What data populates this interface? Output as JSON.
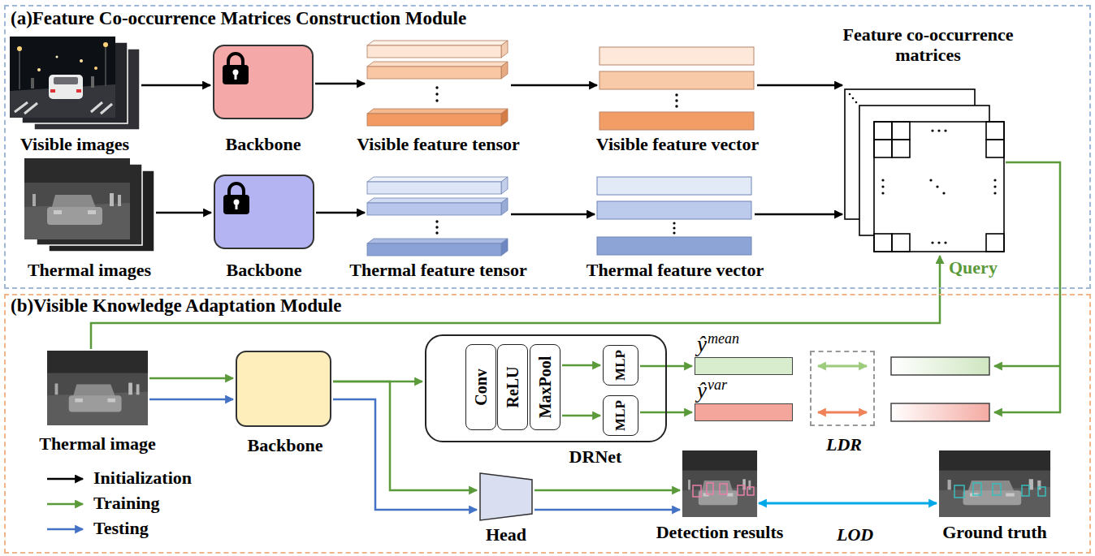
{
  "diagram": {
    "nodes": [
      {
        "text": [
          "(a)Feature Co-occurrence Matrices Construction Module"
        ]
      },
      {
        "text": [
          "Visible images"
        ],
        "in": 0
      },
      {
        "text": [
          "Backbone"
        ],
        "in": 0
      },
      {
        "text": [
          "Visible feature tensor"
        ],
        "in": 0
      },
      {
        "text": [
          "Visible feature vector"
        ],
        "in": 0
      },
      {
        "text": [
          "Feature co-occurrence matrices"
        ],
        "in": 0
      },
      {
        "text": [
          "Thermal images"
        ],
        "in": 0
      },
      {
        "text": [
          "Backbone"
        ],
        "in": 0
      },
      {
        "text": [
          "Thermal feature tensor"
        ],
        "in": 0
      },
      {
        "text": [
          "Thermal feature vector"
        ],
        "in": 0
      },
      {
        "text": [
          "(b)Visible Knowledge Adaptation Module"
        ]
      },
      {
        "text": [
          "Thermal image"
        ],
        "in": 10
      },
      {
        "text": [
          "Backbone"
        ],
        "in": 10
      },
      {
        "text": [
          "DRNet"
        ],
        "in": 10
      },
      {
        "text": [
          "Conv"
        ],
        "in": 13
      },
      {
        "text": [
          "ReLU"
        ],
        "in": 13
      },
      {
        "text": [
          "MaxPool"
        ],
        "in": 13
      },
      {
        "text": [
          "MLP"
        ],
        "in": 13
      },
      {
        "text": [
          "MLP"
        ],
        "in": 13
      },
      {
        "text": [
          "ŷ",
          "mean"
        ],
        "in": 10
      },
      {
        "text": [
          "ŷ",
          "var"
        ],
        "in": 10
      },
      {
        "text": [
          "LDR"
        ],
        "in": 10
      },
      {
        "text": [
          "Head"
        ],
        "in": 10
      },
      {
        "text": [
          "Detection results"
        ],
        "in": 10
      },
      {
        "text": [
          "Ground truth"
        ],
        "in": 10
      }
    ],
    "edges": [
      {
        "from": 1,
        "to": 2,
        "arrow": "to"
      },
      {
        "from": 2,
        "to": 3,
        "arrow": "to"
      },
      {
        "from": 3,
        "to": 4,
        "arrow": "to"
      },
      {
        "from": 4,
        "to": 5,
        "arrow": "to"
      },
      {
        "from": 6,
        "to": 7,
        "arrow": "to"
      },
      {
        "from": 7,
        "to": 8,
        "arrow": "to"
      },
      {
        "from": 8,
        "to": 9,
        "arrow": "to"
      },
      {
        "from": 9,
        "to": 5,
        "arrow": "to"
      },
      {
        "from": 11,
        "to": 12,
        "arrow": "to"
      },
      {
        "from": 11,
        "to": 12,
        "arrow": "to"
      },
      {
        "from": 11,
        "to": 5,
        "arrow": "to",
        "label": "Query"
      },
      {
        "from": 12,
        "to": 13,
        "arrow": "to"
      },
      {
        "from": 12,
        "to": 22,
        "arrow": "to"
      },
      {
        "from": 12,
        "to": 22,
        "arrow": "to"
      },
      {
        "from": 16,
        "to": 17,
        "arrow": "to"
      },
      {
        "from": 16,
        "to": 18,
        "arrow": "to"
      },
      {
        "from": 17,
        "to": 19,
        "arrow": "to"
      },
      {
        "from": 18,
        "to": 20,
        "arrow": "to"
      },
      {
        "from": 22,
        "to": 23,
        "arrow": "to"
      },
      {
        "from": 22,
        "to": 23,
        "arrow": "to"
      },
      {
        "from": 23,
        "to": 24,
        "arrow": "both",
        "label": "LOD"
      }
    ],
    "legend": [
      {
        "text": "Initialization"
      },
      {
        "text": "Training"
      },
      {
        "text": "Testing"
      }
    ]
  }
}
